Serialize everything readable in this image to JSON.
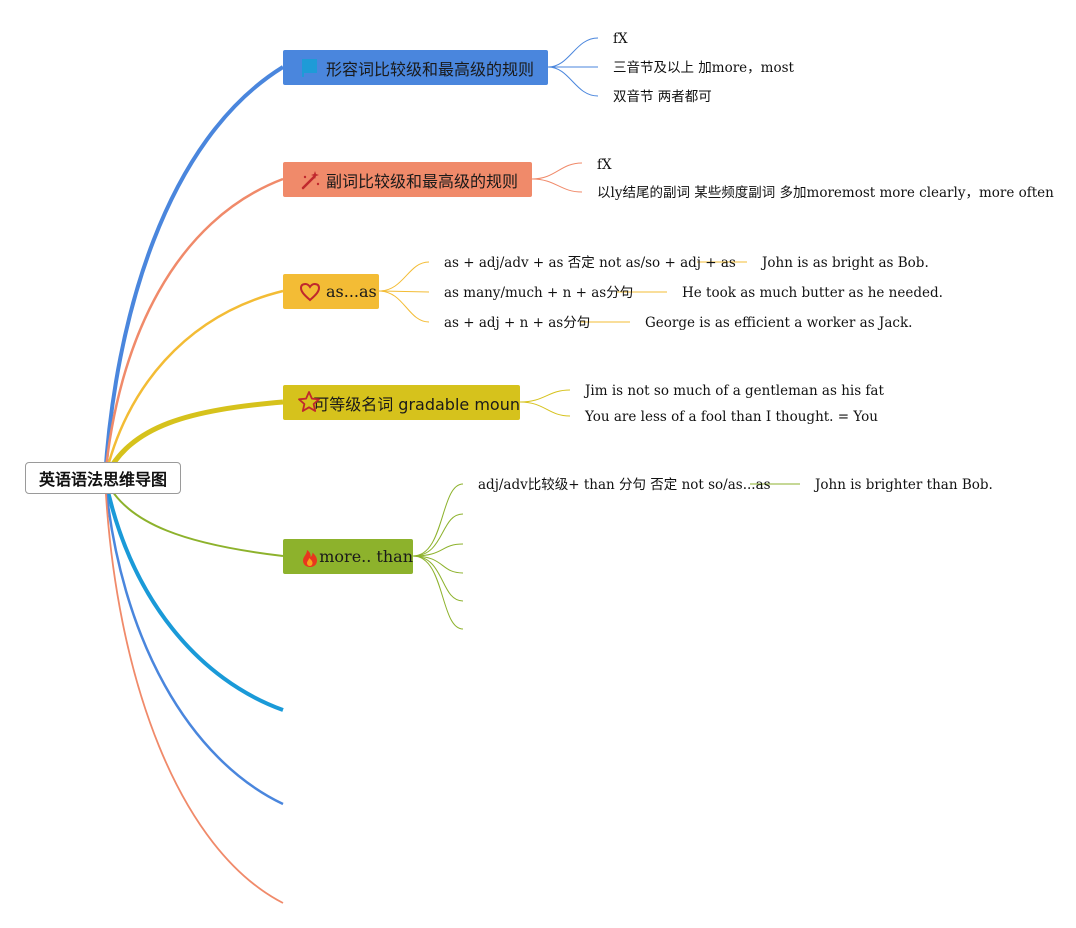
{
  "root": {
    "label": "英语语法思维导图"
  },
  "topics": [
    {
      "label": "形容词比较级和最高级的规则",
      "color": "#4a86dd",
      "icon": "flag-icon",
      "leaves": [
        "fX",
        "三音节及以上 加more，most",
        "双音节 两者都可"
      ]
    },
    {
      "label": "副词比较级和最高级的规则",
      "color": "#f08a6a",
      "icon": "magic-wand-icon",
      "leaves": [
        "fX",
        "以ly结尾的副词 某些频度副词 多加moremost more clearly，more often"
      ]
    },
    {
      "label": "as...as",
      "color": "#f3bc35",
      "icon": "heart-icon",
      "leaves": [
        "as + adj/adv + as 否定 not as/so + adj + as",
        "as many/much + n + as分句",
        "as + adj + n + as分句"
      ],
      "examples": [
        "John is as bright as Bob.",
        "He took as much butter as he needed.",
        "George is as efficient a worker as Jack."
      ]
    },
    {
      "label": "可等级名词 gradable moun",
      "color": "#d6c21c",
      "icon": "star-icon",
      "leaves": [
        "Jim is not so much of a gentleman as his fat",
        "You are less of a fool than I thought. = You"
      ]
    },
    {
      "label": "more.. than",
      "color": "#8db22c",
      "icon": "fire-icon",
      "leaves": [
        "adj/adv比较级+ than 分句 否定 not so/as...as"
      ],
      "examples": [
        "John is brighter than Bob."
      ]
    }
  ]
}
